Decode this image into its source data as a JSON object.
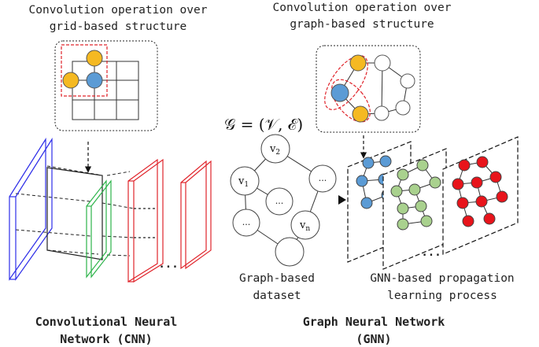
{
  "left": {
    "top_caption_line1": "Convolution operation over",
    "top_caption_line2": "grid-based structure",
    "ellipsis": "...",
    "title_line1": "Convolutional Neural",
    "title_line2": "Network (CNN)"
  },
  "right": {
    "top_caption_line1": "Convolution operation over",
    "top_caption_line2": "graph-based structure",
    "graph_formula": "𝒢 = (𝒱, ℰ)",
    "node_v2": "v",
    "node_v2_sub": "2",
    "node_v1": "v",
    "node_v1_sub": "1",
    "node_vn": "v",
    "node_vn_sub": "n",
    "node_dots": "...",
    "ellipsis": "...",
    "dataset_line1": "Graph-based",
    "dataset_line2": "dataset",
    "process_line1": "GNN-based propagation",
    "process_line2": "learning process",
    "title_line1": "Graph Neural Network",
    "title_line2": "(GNN)"
  },
  "colors": {
    "yellow": "#F5B922",
    "blue": "#5B9BD5",
    "green": "#A9D18E",
    "red": "#E8141B",
    "layer_blue": "#2D2DE8",
    "layer_green": "#2DB34A",
    "layer_red": "#E0242B",
    "dashed_red": "#E0242B"
  }
}
